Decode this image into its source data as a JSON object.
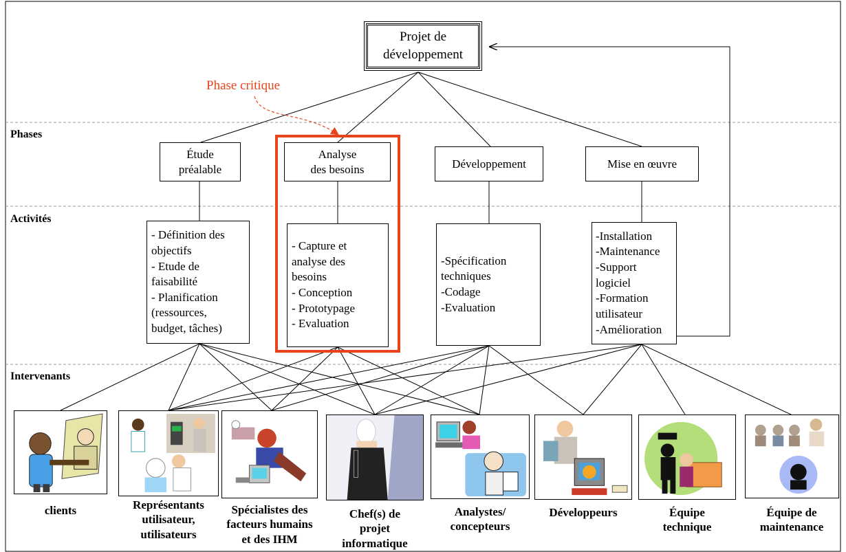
{
  "project": {
    "line1": "Projet de",
    "line2": "développement"
  },
  "critical_phase": {
    "label": "Phase critique",
    "color": "#e8441b"
  },
  "row_labels": {
    "phases": "Phases",
    "activities": "Activités",
    "actors": "Intervenants"
  },
  "phases": [
    {
      "line1": "Étude",
      "line2": "préalable"
    },
    {
      "line1": "Analyse",
      "line2": "des besoins"
    },
    {
      "line1": "Développement",
      "line2": ""
    },
    {
      "line1": "Mise en œuvre",
      "line2": ""
    }
  ],
  "activities": [
    {
      "lines": [
        "- Définition des",
        "objectifs",
        "- Etude de",
        "faisabilité",
        "- Planification",
        "(ressources,",
        "budget, tâches)"
      ]
    },
    {
      "lines": [
        "- Capture et",
        "analyse des",
        "besoins",
        "- Conception",
        "- Prototypage",
        "- Evaluation"
      ]
    },
    {
      "lines": [
        "-Spécification",
        "techniques",
        "-Codage",
        "-Evaluation"
      ]
    },
    {
      "lines": [
        "-Installation",
        "-Maintenance",
        "-Support",
        "logiciel",
        "-Formation",
        "utilisateur",
        "-Amélioration"
      ]
    }
  ],
  "actors": [
    {
      "icon": "client-businessman-icon",
      "lines": [
        "clients"
      ]
    },
    {
      "icon": "user-representatives-icon",
      "lines": [
        "Représentants",
        "utilisateur,",
        "utilisateurs"
      ]
    },
    {
      "icon": "human-factors-specialist-icon",
      "lines": [
        "Spécialistes des",
        "facteurs humains",
        "et des IHM"
      ]
    },
    {
      "icon": "project-manager-icon",
      "lines": [
        "Chef(s) de",
        "projet",
        "informatique"
      ]
    },
    {
      "icon": "analyst-designer-icon",
      "lines": [
        "Analystes/",
        "concepteurs"
      ]
    },
    {
      "icon": "developer-icon",
      "lines": [
        "Développeurs"
      ]
    },
    {
      "icon": "technical-team-icon",
      "lines": [
        "Équipe",
        "technique"
      ]
    },
    {
      "icon": "maintenance-team-icon",
      "lines": [
        "Équipe de",
        "maintenance"
      ]
    }
  ]
}
